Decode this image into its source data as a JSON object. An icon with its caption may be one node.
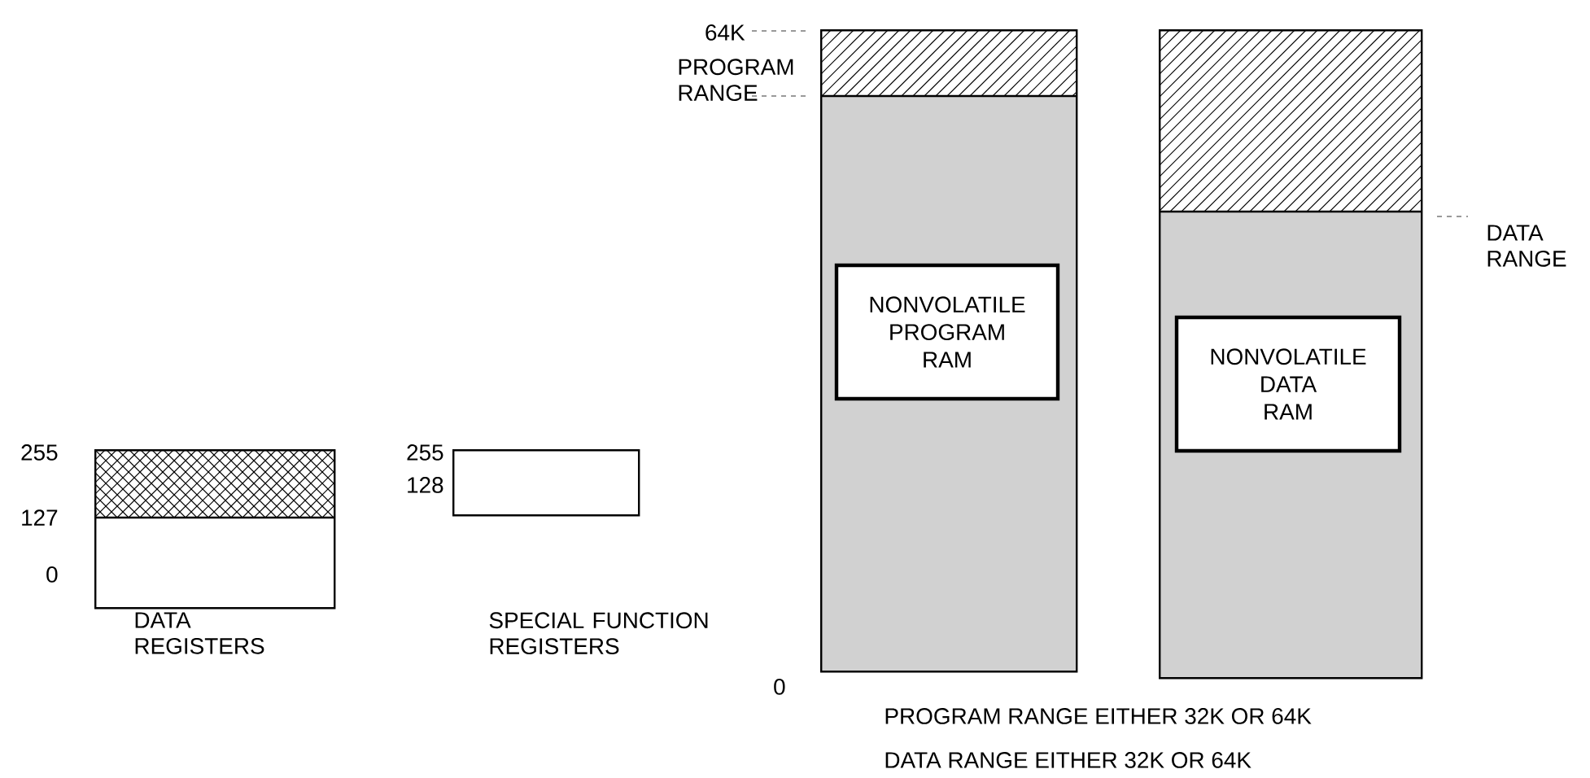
{
  "diagram": {
    "nodes": [
      {
        "text": [
          "DATA REGISTERS"
        ]
      },
      {
        "text": [
          "SPECIAL FUNCTION REGISTERS"
        ]
      },
      {
        "text": [],
        "shape": "box"
      },
      {
        "text": [
          "NONVOLATILE PROGRAM RAM"
        ],
        "in": 2
      },
      {
        "text": [],
        "shape": "box"
      },
      {
        "text": [
          "NONVOLATILE DATA RAM"
        ],
        "in": 4
      }
    ],
    "labels": [
      "64K",
      "PROGRAM RANGE",
      "DATA RANGE",
      "255",
      "127",
      "0",
      "255",
      "128",
      "0",
      "PROGRAM RANGE EITHER 32K OR 64K",
      "DATA RANGE EITHER 32K OR 64K"
    ]
  }
}
